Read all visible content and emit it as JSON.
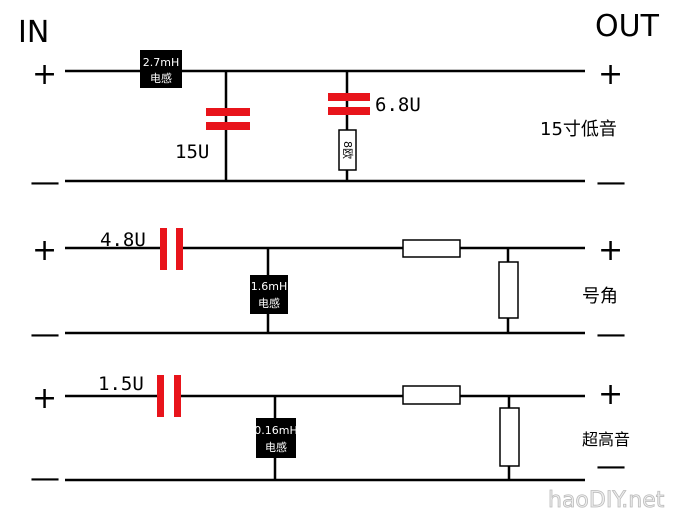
{
  "labels": {
    "in": "IN",
    "out": "OUT",
    "plus": "+",
    "minus": "—"
  },
  "woofer": {
    "inductor_value": "2.7mH",
    "inductor_text": "电感",
    "cap1": "15U",
    "cap2": "6.8U",
    "resistor": "8欧",
    "title": "15寸低音"
  },
  "horn": {
    "cap": "4.8U",
    "inductor_value": "1.6mH",
    "inductor_text": "电感",
    "title": "号角"
  },
  "tweeter": {
    "cap": "1.5U",
    "inductor_value": "0.16mH",
    "inductor_text": "电感",
    "title": "超高音"
  },
  "watermark": "haoDIY.net",
  "colors": {
    "capacitor": "#e8141b",
    "wire": "#000000"
  }
}
